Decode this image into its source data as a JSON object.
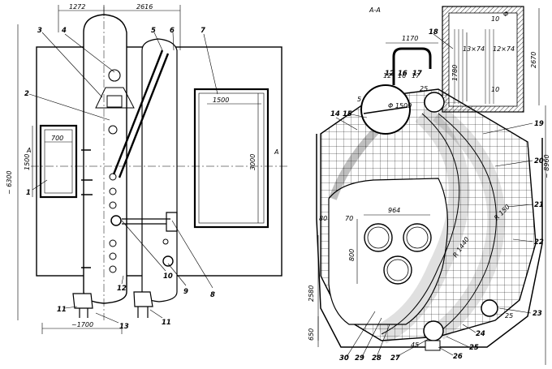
{
  "left_view": {
    "dims": {
      "top_width_a": "1272",
      "top_width_b": "2616",
      "overall_height": "~ 6300",
      "window_height": "1500",
      "window_width": "700",
      "right_window_width": "1500",
      "right_window_height": "3000",
      "bottom_width": "~1700"
    },
    "section_marks": [
      "A",
      "A"
    ],
    "callouts": [
      "1",
      "2",
      "3",
      "4",
      "5",
      "6",
      "7",
      "8",
      "9",
      "10",
      "11",
      "11",
      "12",
      "13"
    ]
  },
  "right_view": {
    "section_title": "A-A",
    "dims": {
      "top": "1170",
      "drum_diam": "Φ 1500",
      "tube_a": "13×74",
      "tube_b": "12×74",
      "h1780": "1780",
      "h2670": "2670",
      "w10a": "10",
      "w10b": "10",
      "phi_small": "Φ",
      "h8960": "~ 8960",
      "w964": "964",
      "h800": "800",
      "h2580": "2580",
      "h650": "650",
      "d70": "70",
      "d80": "80",
      "r150": "R 150",
      "r1440": "R 1440",
      "r25a": "25",
      "r25b": "25",
      "d45": "45",
      "d17": "17",
      "d16": "16",
      "d12": "12",
      "d5": "5"
    },
    "callouts": [
      "12",
      "14",
      "15",
      "16",
      "17",
      "18",
      "19",
      "20",
      "21",
      "22",
      "23",
      "24",
      "25",
      "26",
      "27",
      "28",
      "29",
      "30"
    ]
  }
}
